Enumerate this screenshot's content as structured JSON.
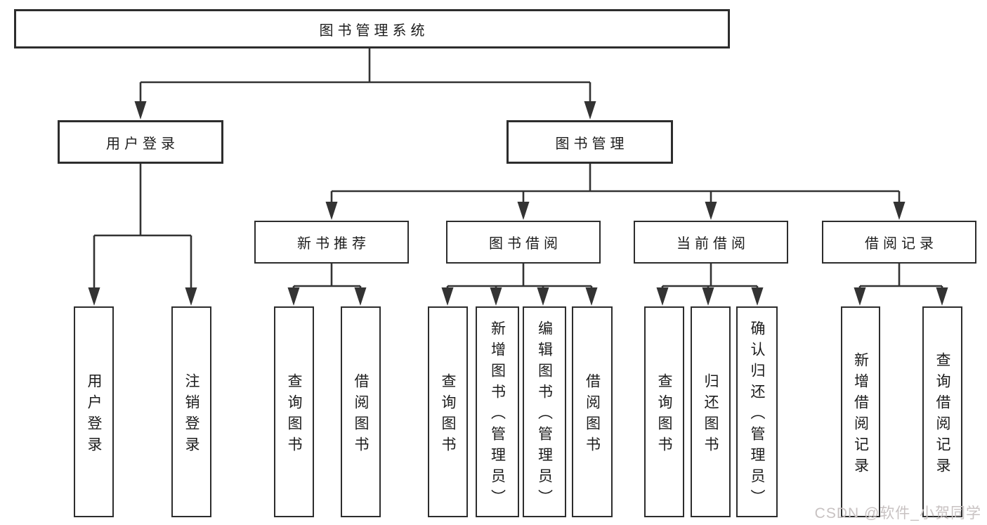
{
  "colors": {
    "background": "#ffffff",
    "box_border": "#2d2d2d",
    "connector_line": "#333333",
    "text": "#1c1c1c",
    "watermark": "#c8c2c2"
  },
  "tree": {
    "root": {
      "label": "图书管理系统"
    },
    "branches": [
      {
        "label": "用户登录",
        "children": [
          {
            "label": "用户登录"
          },
          {
            "label": "注销登录"
          }
        ]
      },
      {
        "label": "图书管理",
        "sections": [
          {
            "label": "新书推荐",
            "children": [
              {
                "label": "查询图书"
              },
              {
                "label": "借阅图书"
              }
            ]
          },
          {
            "label": "图书借阅",
            "children": [
              {
                "label": "查询图书"
              },
              {
                "label": "新增图书（管理员）"
              },
              {
                "label": "编辑图书（管理员）"
              },
              {
                "label": "借阅图书"
              }
            ]
          },
          {
            "label": "当前借阅",
            "children": [
              {
                "label": "查询图书"
              },
              {
                "label": "归还图书"
              },
              {
                "label": "确认归还（管理员）"
              }
            ]
          },
          {
            "label": "借阅记录",
            "children": [
              {
                "label": "新增借阅记录"
              },
              {
                "label": "查询借阅记录"
              }
            ]
          }
        ]
      }
    ]
  },
  "watermark": {
    "text": "CSDN @软件_小贺同学"
  }
}
